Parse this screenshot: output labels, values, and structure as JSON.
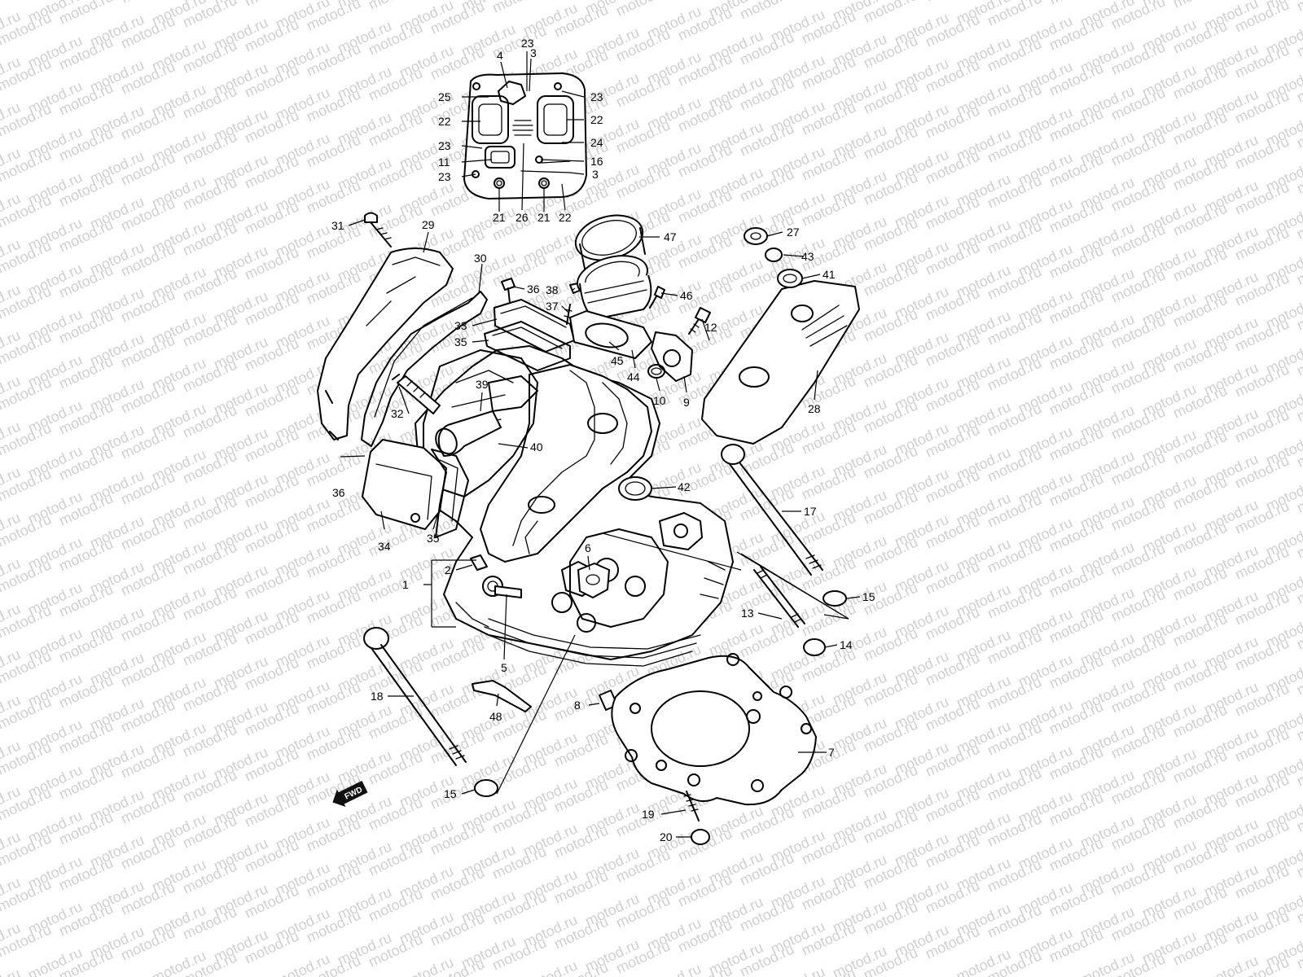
{
  "watermark": {
    "text": "motod.ru"
  },
  "fwd_badge": "FWD",
  "callouts": [
    {
      "text": "23"
    },
    {
      "text": "4"
    },
    {
      "text": "3"
    },
    {
      "text": "25"
    },
    {
      "text": "23"
    },
    {
      "text": "22"
    },
    {
      "text": "22"
    },
    {
      "text": "23"
    },
    {
      "text": "24"
    },
    {
      "text": "11"
    },
    {
      "text": "16"
    },
    {
      "text": "23"
    },
    {
      "text": "3"
    },
    {
      "text": "21"
    },
    {
      "text": "26"
    },
    {
      "text": "21"
    },
    {
      "text": "22"
    },
    {
      "text": "31"
    },
    {
      "text": "29"
    },
    {
      "text": "47"
    },
    {
      "text": "27"
    },
    {
      "text": "30"
    },
    {
      "text": "43"
    },
    {
      "text": "41"
    },
    {
      "text": "36"
    },
    {
      "text": "38"
    },
    {
      "text": "46"
    },
    {
      "text": "37"
    },
    {
      "text": "33"
    },
    {
      "text": "12"
    },
    {
      "text": "35"
    },
    {
      "text": "45"
    },
    {
      "text": "44"
    },
    {
      "text": "10"
    },
    {
      "text": "9"
    },
    {
      "text": "39"
    },
    {
      "text": "32"
    },
    {
      "text": "28"
    },
    {
      "text": "40"
    },
    {
      "text": "36"
    },
    {
      "text": "42"
    },
    {
      "text": "17"
    },
    {
      "text": "34"
    },
    {
      "text": "35"
    },
    {
      "text": "6"
    },
    {
      "text": "2"
    },
    {
      "text": "1"
    },
    {
      "text": "15"
    },
    {
      "text": "13"
    },
    {
      "text": "14"
    },
    {
      "text": "5"
    },
    {
      "text": "18"
    },
    {
      "text": "8"
    },
    {
      "text": "48"
    },
    {
      "text": "7"
    },
    {
      "text": "15"
    },
    {
      "text": "19"
    },
    {
      "text": "20"
    }
  ]
}
